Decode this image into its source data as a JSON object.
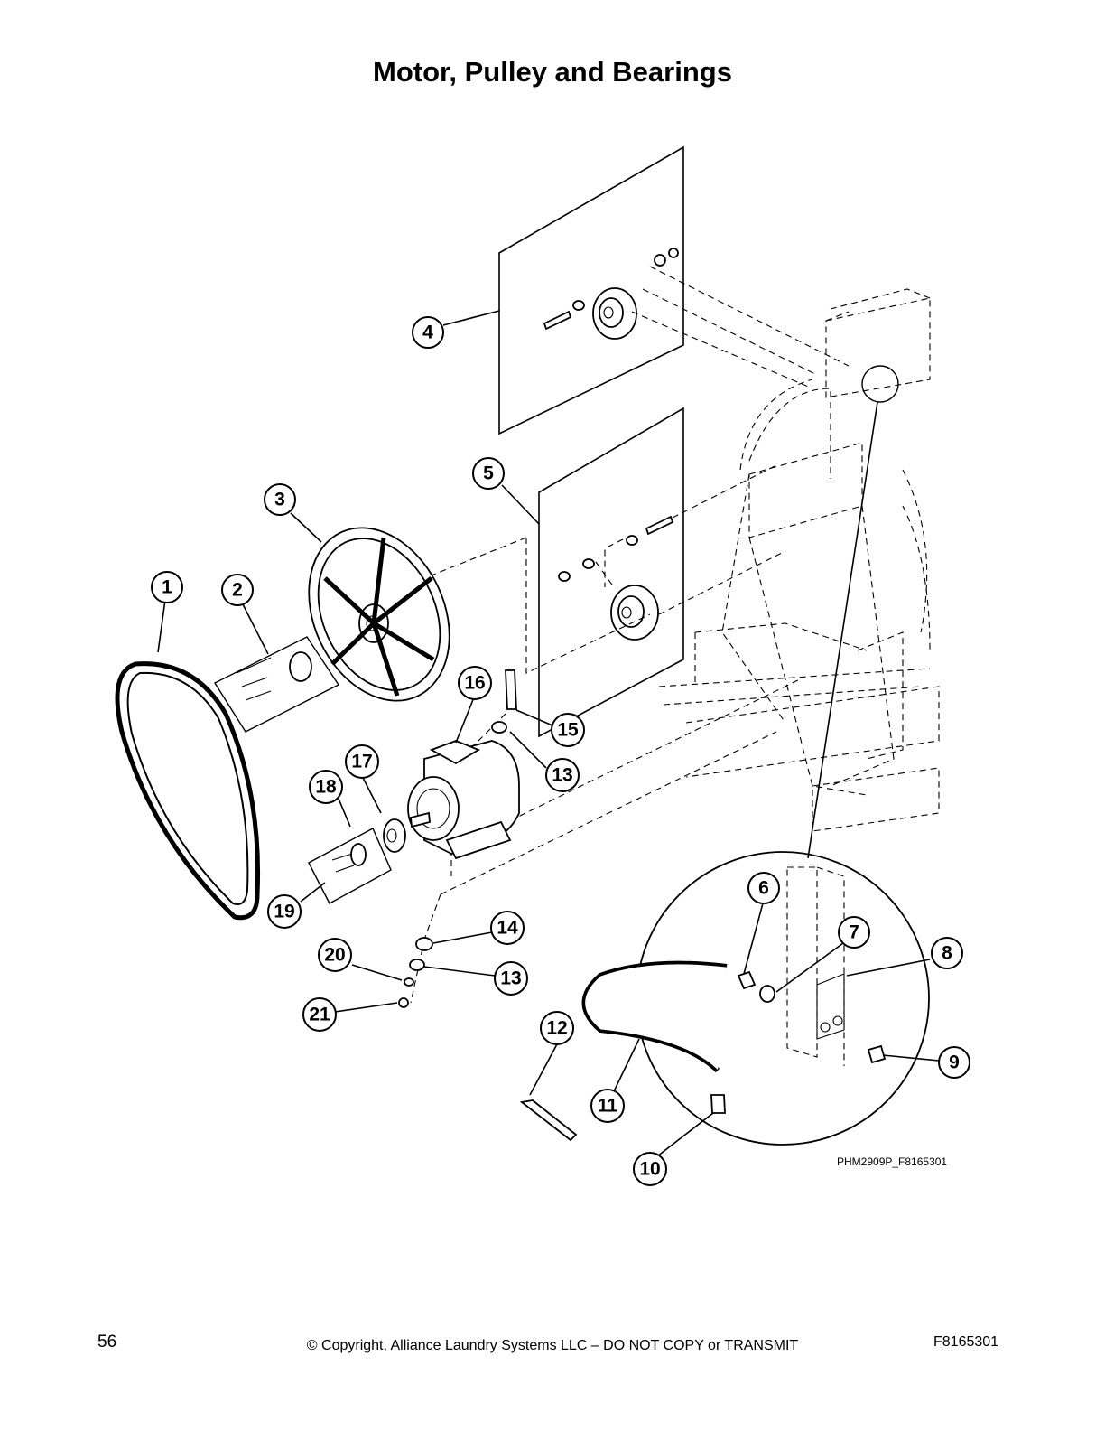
{
  "title": "Motor, Pulley and Bearings",
  "figure_code": "PHM2909P_F8165301",
  "footer": {
    "page_number": "56",
    "copyright": "© Copyright, Alliance Laundry Systems LLC – DO NOT COPY or TRANSMIT",
    "doc_code": "F8165301"
  },
  "callouts": [
    "1",
    "2",
    "3",
    "4",
    "5",
    "6",
    "7",
    "8",
    "9",
    "10",
    "11",
    "12",
    "13",
    "13",
    "14",
    "15",
    "16",
    "17",
    "18",
    "19",
    "20",
    "21"
  ]
}
